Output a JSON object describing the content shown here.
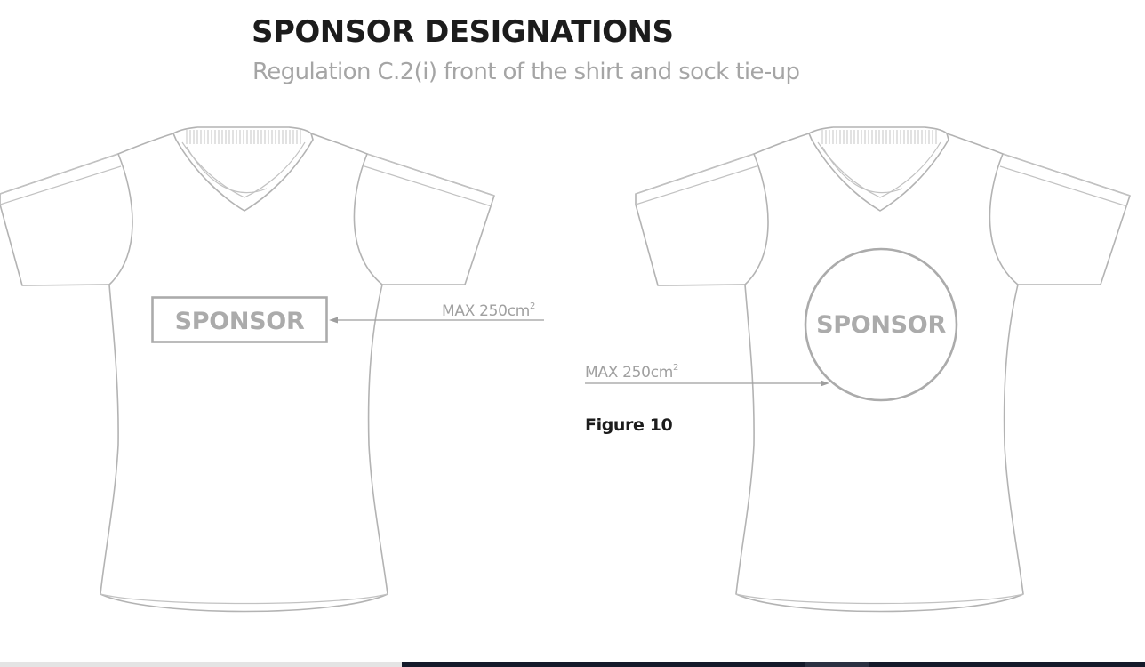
{
  "header": {
    "title": "SPONSOR DESIGNATIONS",
    "subtitle": "Regulation C.2(i) front of the shirt and sock tie-up"
  },
  "shirts": [
    {
      "id": "left",
      "badge_shape": "rectangle",
      "badge_label": "SPONSOR",
      "max_label": "MAX 250cm",
      "max_sup": "2"
    },
    {
      "id": "right",
      "badge_shape": "circle",
      "badge_label": "SPONSOR",
      "max_label": "MAX 250cm",
      "max_sup": "2"
    }
  ],
  "figure_label": "Figure 10",
  "colors": {
    "outline": "#b3b3b3",
    "badge": "#ababab",
    "title": "#1c1c1c",
    "subtitle": "#a5a5a5"
  }
}
